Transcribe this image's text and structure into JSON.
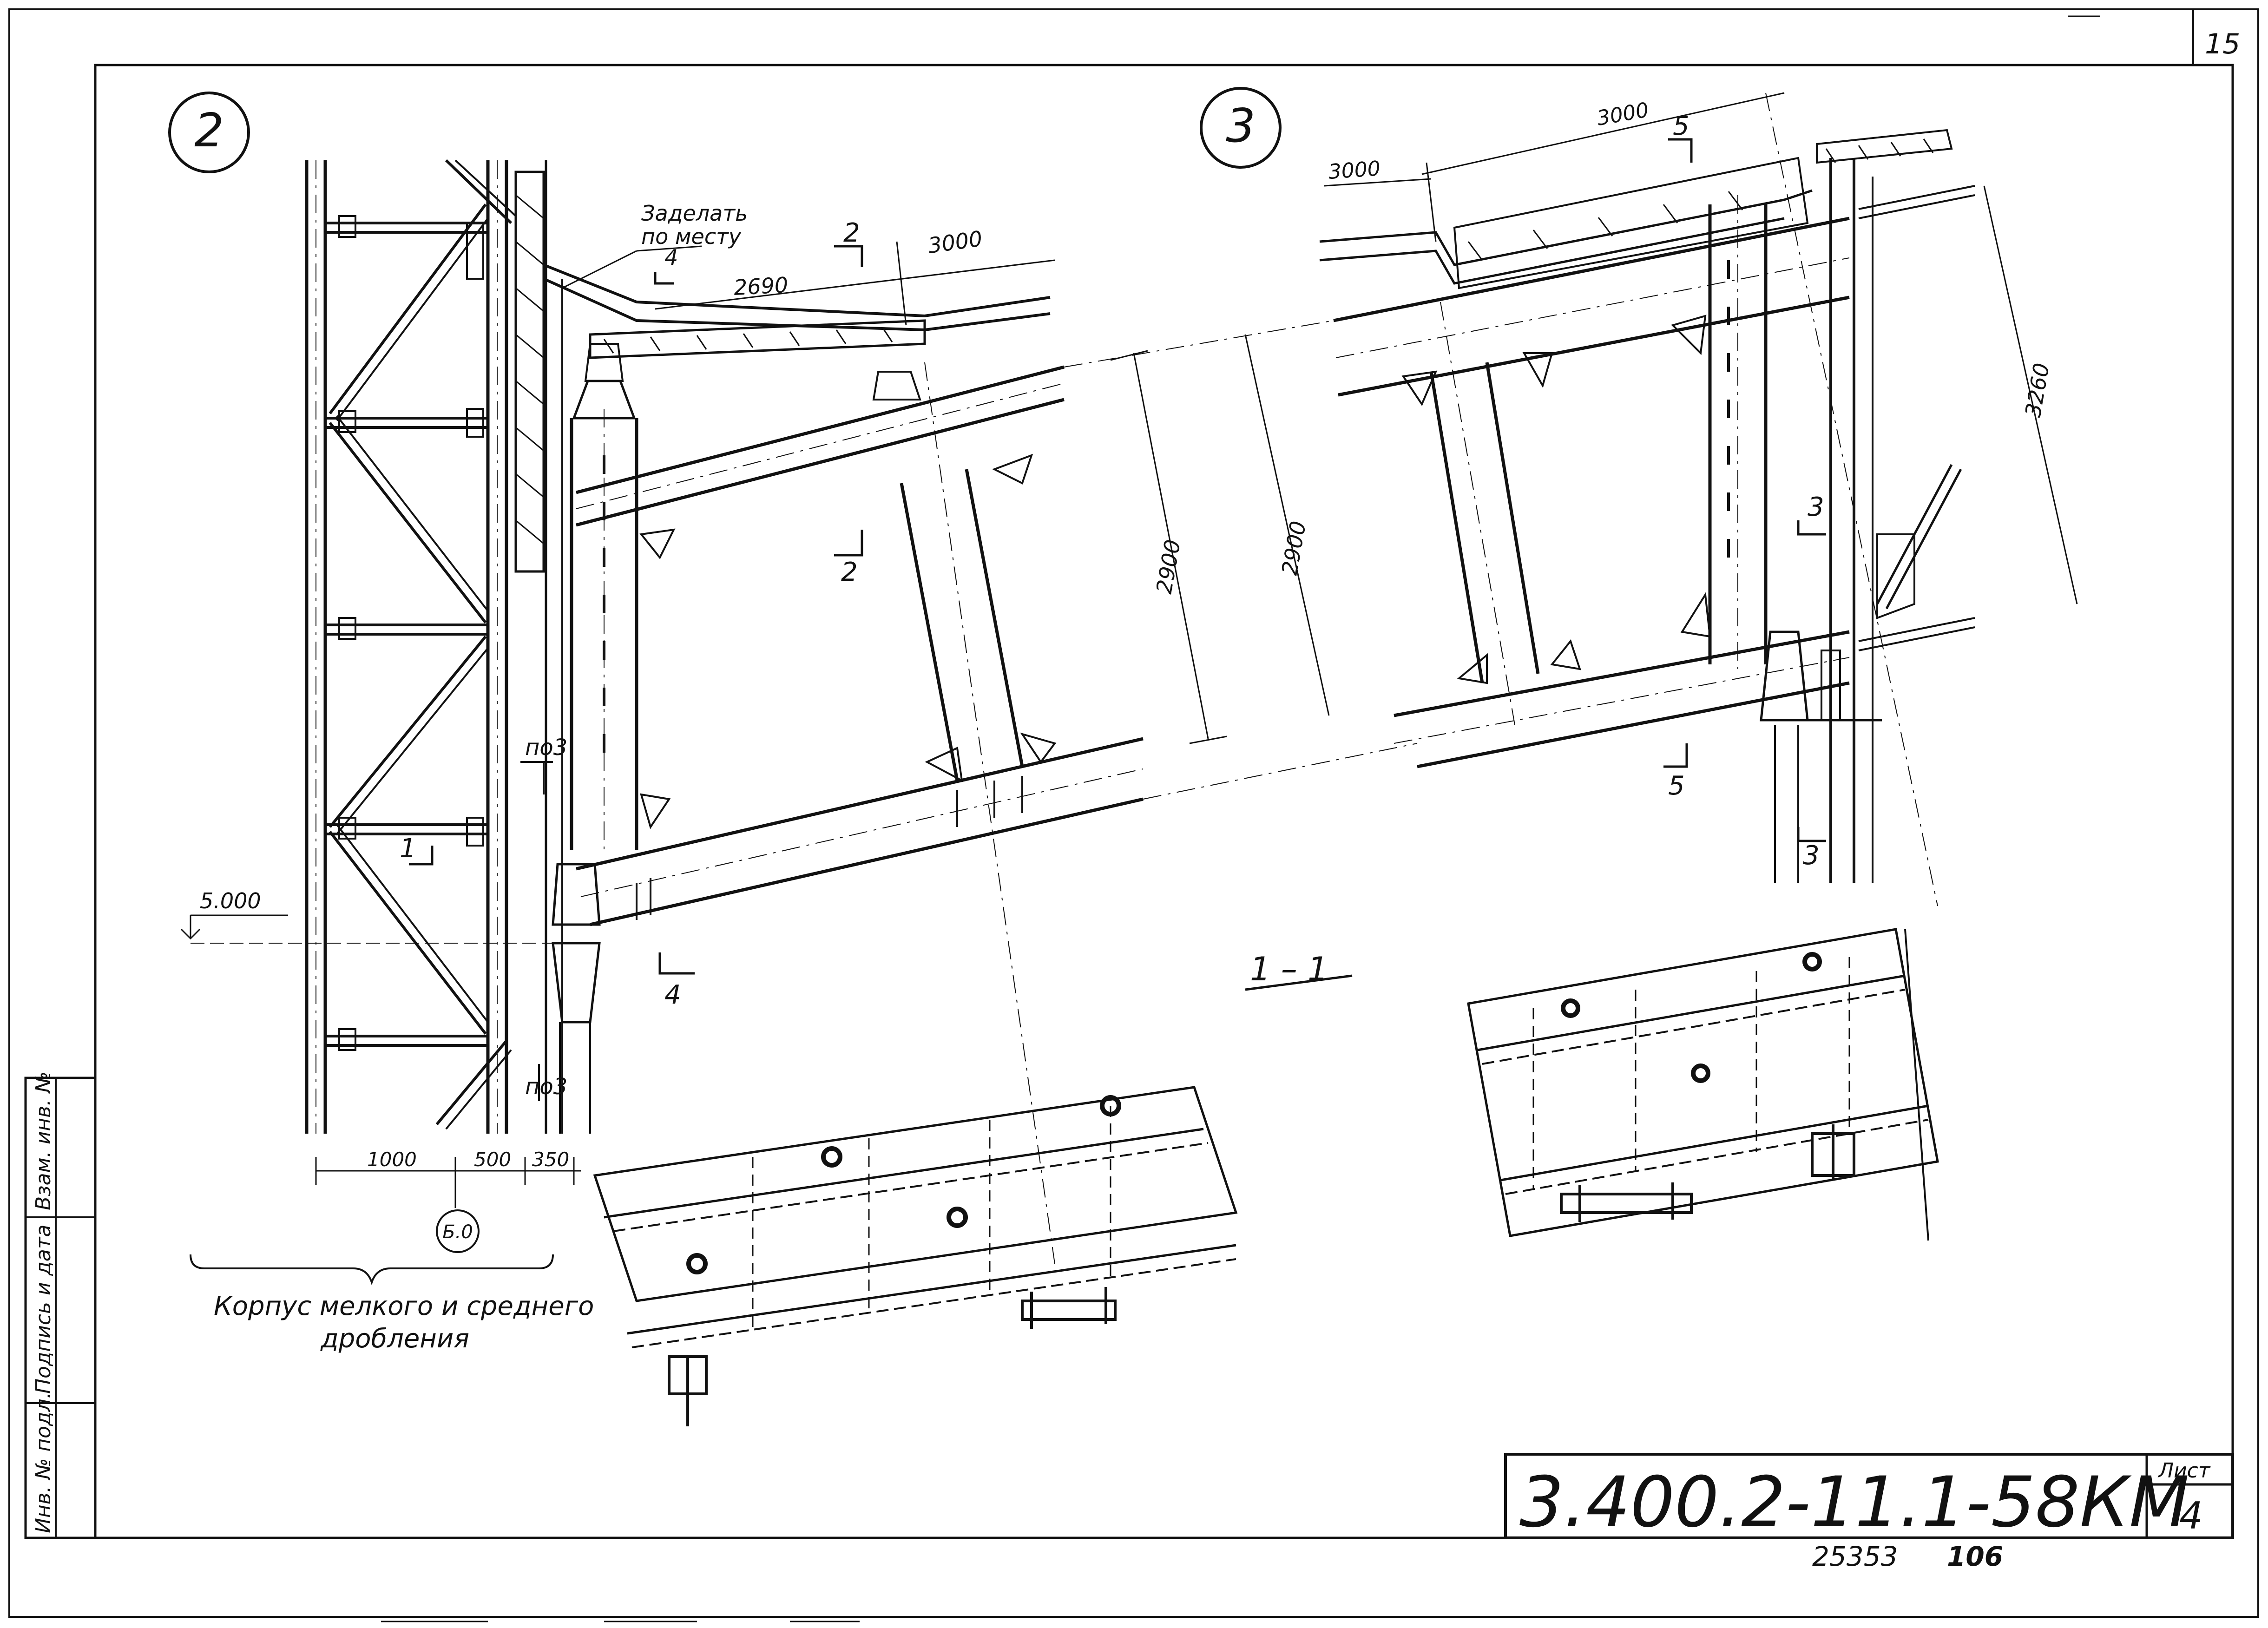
{
  "sheet": {
    "page_number": "15",
    "designation": "3.400.2-11.1-58КМ",
    "sheet_label": "Лист",
    "sheet_number": "4",
    "archive_number": "25353",
    "archive_page": "106"
  },
  "side_stamp": {
    "fields": [
      "Инв. № подл.",
      "Подпись и дата",
      "Взам. инв. №"
    ]
  },
  "node2": {
    "marker": "2",
    "note_line1": "Заделать",
    "note_line2": "по месту",
    "pos_label_top": "по3",
    "pos_label_bottom": "по3",
    "section_2": "2",
    "section_1": "1",
    "section_4": "4",
    "section_4_top": "4",
    "elevation": "5.000",
    "dims": [
      "2690",
      "3000",
      "2900",
      "1000",
      "500",
      "350"
    ],
    "axis_label": "Б.0",
    "caption_line1": "Корпус мелкого и среднего",
    "caption_line2": "дробления"
  },
  "node3": {
    "marker": "3",
    "dims": [
      "3000",
      "3000",
      "2900",
      "3260"
    ],
    "section_5": "5",
    "section_3": "3"
  },
  "section_view": {
    "title": "1 – 1"
  }
}
